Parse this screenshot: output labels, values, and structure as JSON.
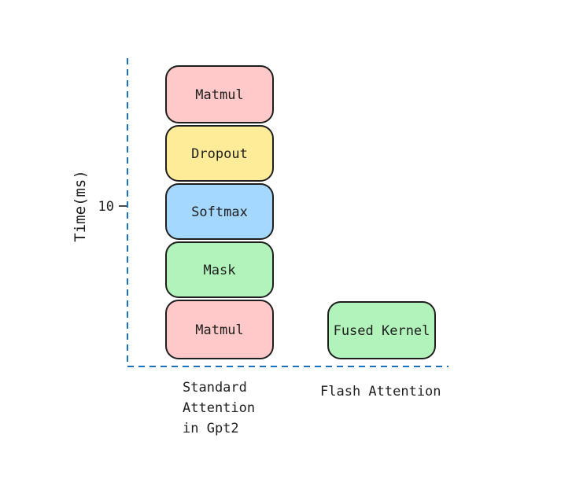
{
  "chart_data": {
    "type": "bar",
    "stacked": true,
    "categories": [
      "Standard\nAttention\nin Gpt2",
      "Flash Attention"
    ],
    "ylabel": "Time(ms)",
    "xlabel": "",
    "yticks": [
      10
    ],
    "ylim": [
      0,
      19
    ],
    "grid": false,
    "stacks": [
      {
        "category": "Standard\nAttention\nin Gpt2",
        "segments": [
          {
            "label": "Matmul",
            "value": 3.9,
            "color": "#ffc9c9"
          },
          {
            "label": "Mask",
            "value": 3.7,
            "color": "#b2f2bb"
          },
          {
            "label": "Softmax",
            "value": 3.7,
            "color": "#a5d8ff"
          },
          {
            "label": "Dropout",
            "value": 3.7,
            "color": "#ffec99"
          },
          {
            "label": "Matmul",
            "value": 3.8,
            "color": "#ffc9c9"
          }
        ]
      },
      {
        "category": "Flash Attention",
        "segments": [
          {
            "label": "Fused Kernel",
            "value": 3.8,
            "color": "#b2f2bb"
          }
        ]
      }
    ]
  },
  "colors": {
    "axis": "#1971c2",
    "stroke": "#1e1e1e"
  }
}
